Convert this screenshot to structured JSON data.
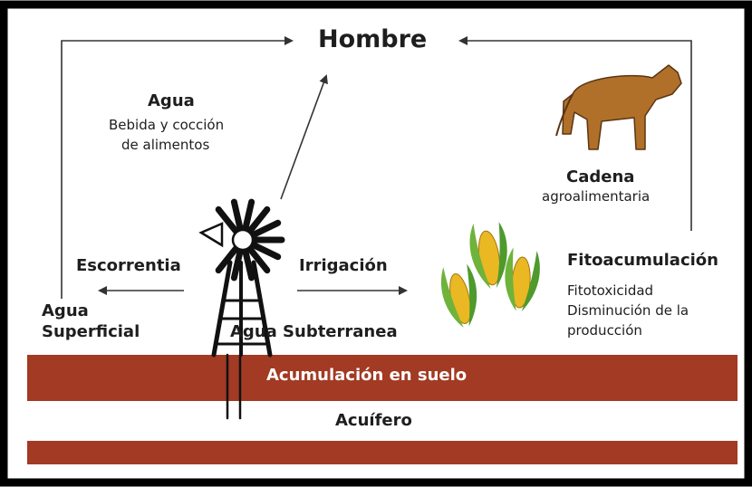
{
  "title": "Hombre",
  "water": {
    "heading": "Agua",
    "description": [
      "Bebida y cocción",
      "de alimentos"
    ]
  },
  "chain": {
    "heading": "Cadena",
    "sub": "agroalimentaria"
  },
  "runoff": "Escorrentia",
  "irrigation": "Irrigación",
  "surface_water": [
    "Agua",
    "Superficial"
  ],
  "groundwater": "Agua Subterranea",
  "phyto": {
    "heading": "Fitoacumulación",
    "items": [
      "Fitotoxicidad",
      "Disminución de la",
      "producción"
    ]
  },
  "soil_band": "Acumulación en suelo",
  "aquifer": "Acuífero",
  "colors": {
    "band": "#a23a24",
    "frame": "#000000",
    "text": "#1e1e1e",
    "arrow": "#333333",
    "cow": "#b0702a",
    "corn_leaf": "#6fb33b",
    "corn_cob": "#e9b823"
  },
  "icons": [
    "windmill-icon",
    "cow-icon",
    "corn-icon"
  ]
}
